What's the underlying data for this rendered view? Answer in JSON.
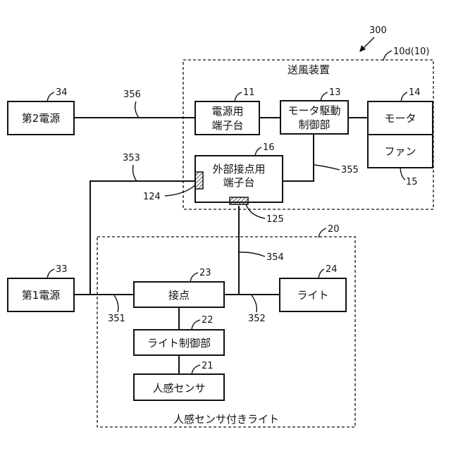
{
  "diagram": {
    "figure_ref": "300",
    "groups": {
      "blower": {
        "ref": "10d(10)",
        "title": "送風装置"
      },
      "sensor_light": {
        "ref": "20",
        "title": "人感センサ付きライト"
      }
    },
    "blocks": {
      "power2": {
        "ref": "34",
        "label": "第2電源"
      },
      "power1": {
        "ref": "33",
        "label": "第1電源"
      },
      "power_terminal": {
        "ref": "11",
        "line1": "電源用",
        "line2": "端子台"
      },
      "motor_drive": {
        "ref": "13",
        "line1": "モータ駆動",
        "line2": "制御部"
      },
      "motor": {
        "ref": "14",
        "label": "モータ"
      },
      "fan": {
        "ref": "15",
        "label": "ファン"
      },
      "ext_terminal": {
        "ref": "16",
        "line1": "外部接点用",
        "line2": "端子台"
      },
      "contact": {
        "ref": "23",
        "label": "接点"
      },
      "light": {
        "ref": "24",
        "label": "ライト"
      },
      "light_ctrl": {
        "ref": "22",
        "label": "ライト制御部"
      },
      "motion_sensor": {
        "ref": "21",
        "label": "人感センサ"
      }
    },
    "terminals": {
      "left": {
        "ref": "124"
      },
      "bottom": {
        "ref": "125"
      }
    },
    "wires": {
      "w356": {
        "ref": "356"
      },
      "w353": {
        "ref": "353"
      },
      "w355": {
        "ref": "355"
      },
      "w354": {
        "ref": "354"
      },
      "w351": {
        "ref": "351"
      },
      "w352": {
        "ref": "352"
      }
    }
  }
}
